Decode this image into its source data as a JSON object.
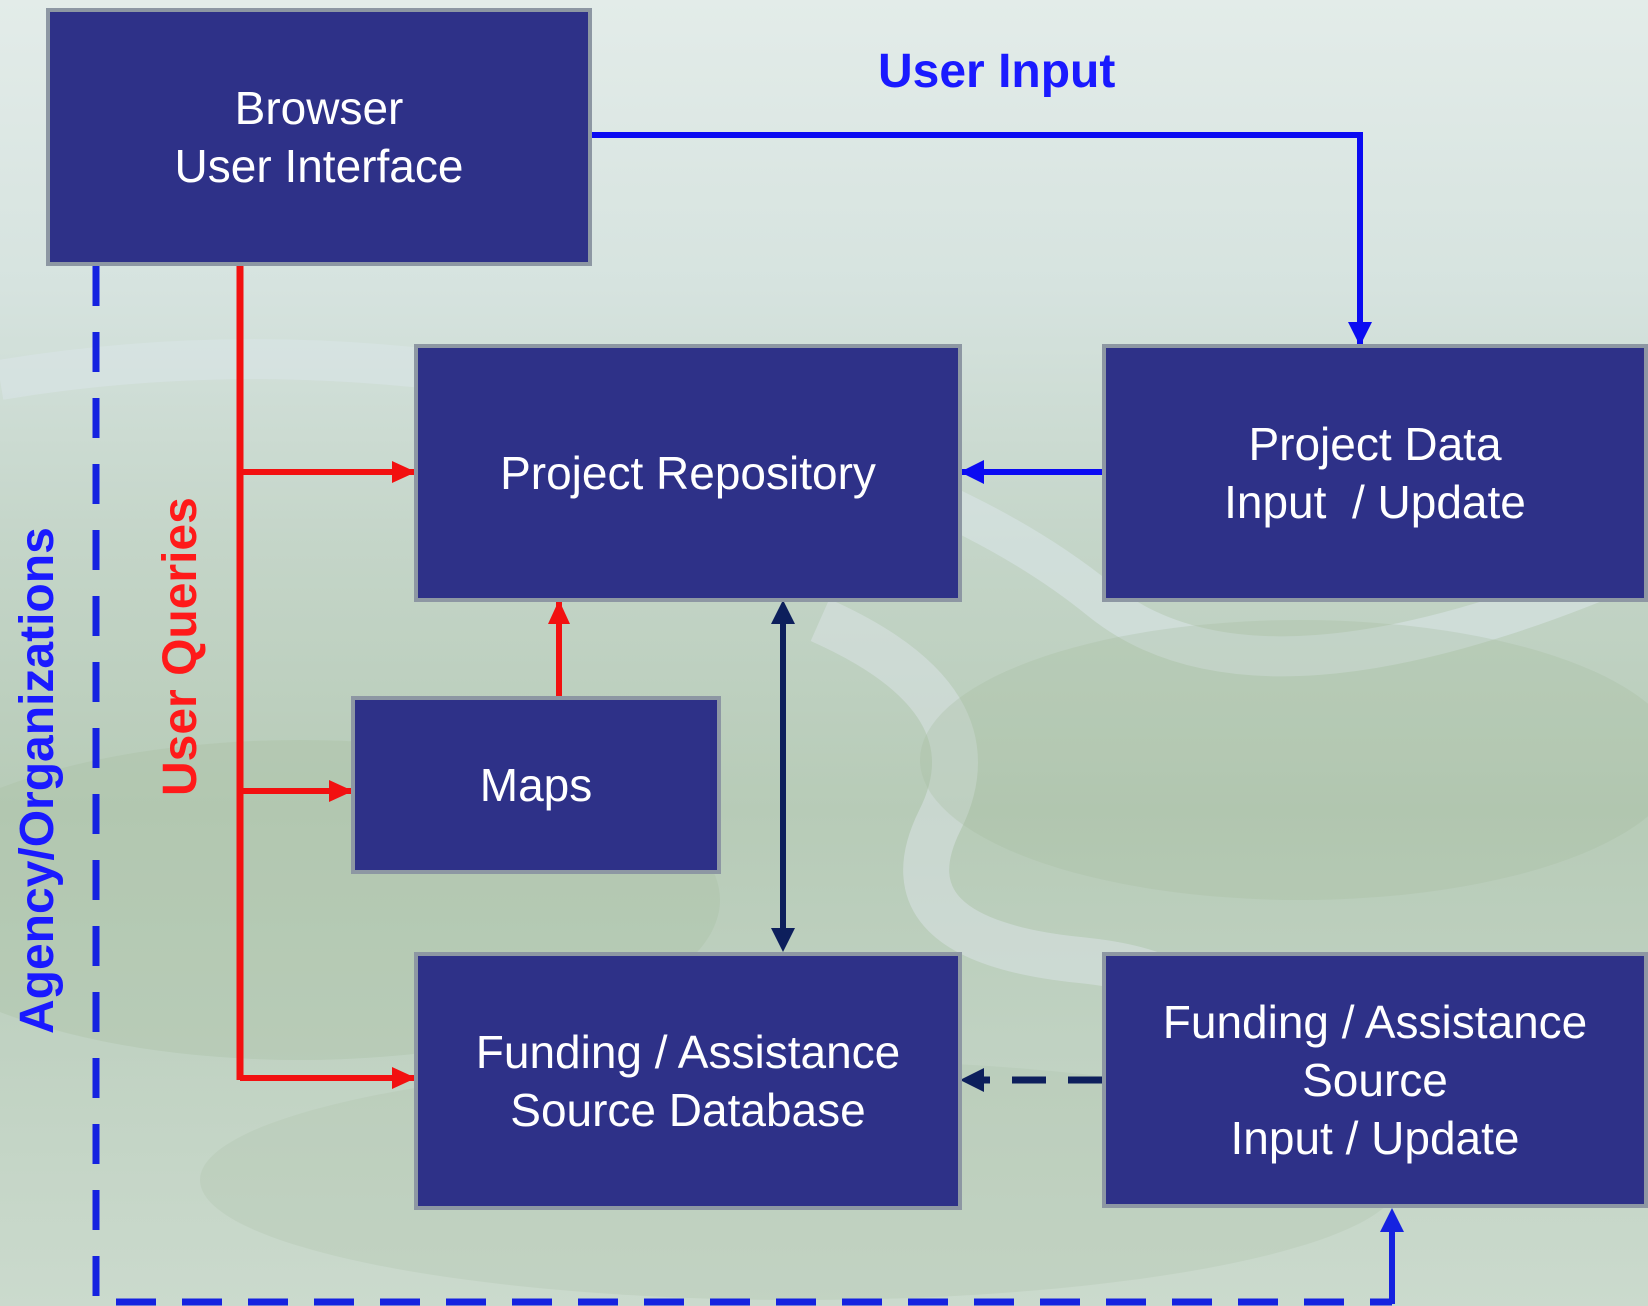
{
  "colors": {
    "box_fill": "#2e3188",
    "box_border": "#8d97a3",
    "user_input_line": "#0b0bf2",
    "user_queries_line": "#f21010",
    "database_link": "#0d1f5c",
    "agency_line": "#1522e0"
  },
  "boxes": {
    "browser": {
      "line1": "Browser",
      "line2": "User Interface"
    },
    "repository": {
      "line1": "Project Repository"
    },
    "project_input": {
      "line1": "Project Data",
      "line2": "Input  / Update"
    },
    "maps": {
      "line1": "Maps"
    },
    "funding_db": {
      "line1": "Funding / Assistance",
      "line2": "Source Database"
    },
    "funding_input": {
      "line1": "Funding / Assistance",
      "line2": "Source",
      "line3": "Input / Update"
    }
  },
  "labels": {
    "user_input": "User Input",
    "user_queries": "User Queries",
    "agency": "Agency/Organizations"
  }
}
